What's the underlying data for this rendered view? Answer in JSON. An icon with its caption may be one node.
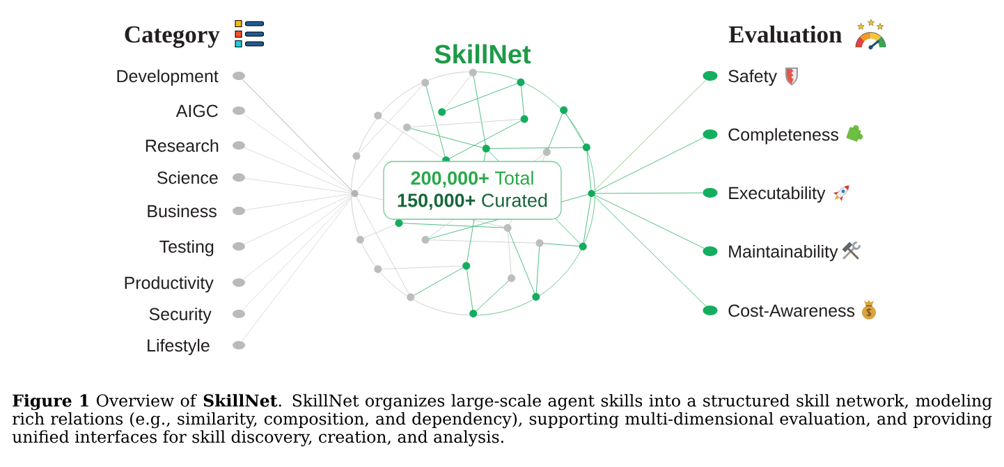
{
  "diagram": {
    "title": "SkillNet",
    "caption": "**Figure 1** Overview of **SkillNet**. SkillNet organizes large-scale agent skills into a structured skill network, modeling rich relations (e.g., similarity, composition, and dependency), supporting multi-dimensional evaluation, and providing unified interfaces for skill discovery, creation, and analysis.",
    "nodes": [
      {
        "text": [],
        "shape": "circle",
        "beside": [
          "Development"
        ]
      },
      {
        "text": [],
        "shape": "circle",
        "beside": [
          "AIGC"
        ]
      },
      {
        "text": [],
        "shape": "circle",
        "beside": [
          "Research"
        ]
      },
      {
        "text": [],
        "shape": "circle",
        "beside": [
          "Science"
        ]
      },
      {
        "text": [],
        "shape": "circle",
        "beside": [
          "Business"
        ]
      },
      {
        "text": [],
        "shape": "circle",
        "beside": [
          "Testing"
        ]
      },
      {
        "text": [],
        "shape": "circle",
        "beside": [
          "Productivity"
        ]
      },
      {
        "text": [],
        "shape": "circle",
        "beside": [
          "Security"
        ]
      },
      {
        "text": [],
        "shape": "circle",
        "beside": [
          "Lifestyle"
        ]
      },
      {
        "text": [],
        "shape": "circle"
      },
      {
        "text": [
          "**200,000+** Total",
          "**150,000+** Curated"
        ]
      },
      {
        "text": [],
        "shape": "circle"
      },
      {
        "text": [],
        "shape": "circle",
        "beside": [
          "Safety"
        ]
      },
      {
        "text": [],
        "shape": "circle",
        "beside": [
          "Completeness"
        ]
      },
      {
        "text": [],
        "shape": "circle",
        "beside": [
          "Executability"
        ]
      },
      {
        "text": [],
        "shape": "circle",
        "beside": [
          "Maintainability"
        ]
      },
      {
        "text": [],
        "shape": "circle",
        "beside": [
          "Cost-Awareness"
        ]
      }
    ],
    "edges": [
      {
        "from": 0,
        "to": 9,
        "arrow": "none",
        "color": "#a9a9a9"
      },
      {
        "from": 1,
        "to": 9,
        "arrow": "none"
      },
      {
        "from": 2,
        "to": 9,
        "arrow": "none"
      },
      {
        "from": 3,
        "to": 9,
        "arrow": "none"
      },
      {
        "from": 4,
        "to": 9,
        "arrow": "none"
      },
      {
        "from": 5,
        "to": 9,
        "arrow": "none"
      },
      {
        "from": 6,
        "to": 9,
        "arrow": "none"
      },
      {
        "from": 7,
        "to": 9,
        "arrow": "none"
      },
      {
        "from": 8,
        "to": 9,
        "arrow": "none"
      },
      {
        "from": 11,
        "to": 12,
        "arrow": "none",
        "color": "#8ad07a"
      },
      {
        "from": 11,
        "to": 13,
        "arrow": "none",
        "color": "#52c084"
      },
      {
        "from": 11,
        "to": 14,
        "arrow": "none",
        "color": "#52c084"
      },
      {
        "from": 11,
        "to": 15,
        "arrow": "none",
        "color": "#52c084"
      },
      {
        "from": 11,
        "to": 16,
        "arrow": "none",
        "color": "#52c084"
      }
    ],
    "labels": [
      "Category",
      "Evaluation"
    ]
  }
}
